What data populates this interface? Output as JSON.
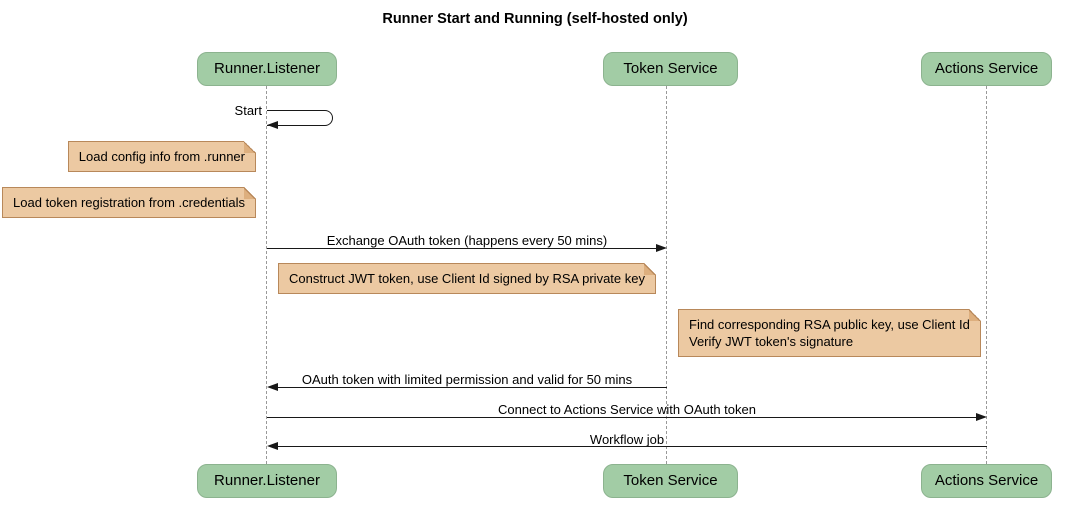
{
  "diagram": {
    "title": "Runner Start and Running (self-hosted only)",
    "type": "sequence-diagram"
  },
  "participants": [
    {
      "label": "Runner.Listener"
    },
    {
      "label": "Token Service"
    },
    {
      "label": "Actions Service"
    }
  ],
  "messages": [
    {
      "label": "Start",
      "kind": "self-message",
      "from": "Runner.Listener",
      "to": "Runner.Listener"
    },
    {
      "label": "Exchange OAuth token (happens every 50 mins)",
      "kind": "solid-arrow",
      "from": "Runner.Listener",
      "to": "Token Service"
    },
    {
      "label": "OAuth token with limited permission and valid for 50 mins",
      "kind": "solid-arrow",
      "from": "Token Service",
      "to": "Runner.Listener"
    },
    {
      "label": "Connect to Actions Service with OAuth token",
      "kind": "solid-arrow",
      "from": "Runner.Listener",
      "to": "Actions Service"
    },
    {
      "label": "Workflow job",
      "kind": "solid-arrow",
      "from": "Actions Service",
      "to": "Runner.Listener"
    }
  ],
  "notes": [
    {
      "lines": [
        "Load config info from .runner"
      ],
      "attached_to": "Runner.Listener",
      "side": "left"
    },
    {
      "lines": [
        "Load token registration from .credentials"
      ],
      "attached_to": "Runner.Listener",
      "side": "left"
    },
    {
      "lines": [
        "Construct JWT token, use Client Id signed by RSA private key"
      ],
      "attached_to": "Token Service",
      "side": "left"
    },
    {
      "lines": [
        "Find corresponding RSA public key, use Client Id",
        "Verify JWT token's signature"
      ],
      "attached_to": "Actions Service",
      "side": "left"
    }
  ],
  "colors": {
    "participant_fill": "#A2CCA5",
    "participant_border": "#8CB38F",
    "note_fill": "#ECC9A2",
    "note_border": "#B8885A",
    "lifeline": "#999999",
    "arrow": "#181818",
    "background": "#FFFFFF",
    "text": "#000000"
  }
}
